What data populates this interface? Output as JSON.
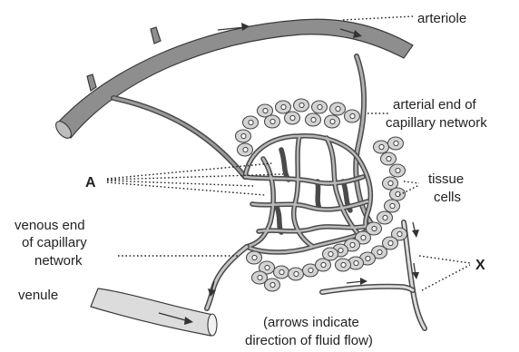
{
  "labels": {
    "arteriole": "arteriole",
    "arterial_end_1": "arterial end of",
    "arterial_end_2": "capillary network",
    "tissue_1": "tissue",
    "tissue_2": "cells",
    "a": "A",
    "x": "X",
    "venous_end_1": "venous end",
    "venous_end_2": "of capillary",
    "venous_end_3": "network",
    "venule": "venule",
    "caption_1": "(arrows indicate",
    "caption_2": "direction of fluid flow)"
  },
  "colors": {
    "vessel_fill": "#8e8e8e",
    "venule_fill": "#dcdcdc",
    "cell_fill": "#d4d4d4",
    "text": "#222222"
  }
}
